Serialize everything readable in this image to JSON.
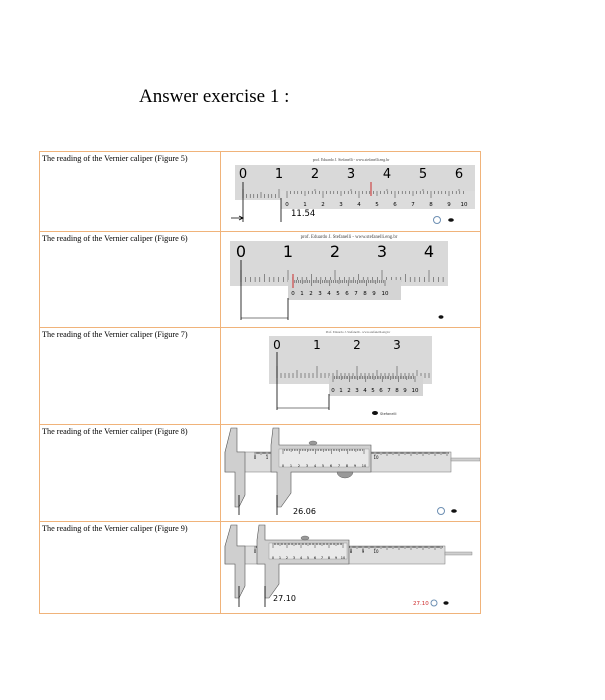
{
  "page": {
    "title": "Answer exercise 1 :"
  },
  "rows": [
    {
      "label": "The reading of the Vernier caliper (Figure 5)"
    },
    {
      "label": "The reading of the Vernier caliper (Figure 6)"
    },
    {
      "label": "The reading of the Vernier caliper (Figure 7)"
    },
    {
      "label": "The reading of the Vernier caliper (Figure 8)"
    },
    {
      "label": "The reading of the Vernier caliper (Figure 9)"
    }
  ],
  "fig5": {
    "credit": "prof. Eduardo J. Stefanelli - www.stefanelli.eng.br",
    "main_scale": [
      "0",
      "1",
      "2",
      "3",
      "4",
      "5",
      "6"
    ],
    "vernier_scale": [
      "0",
      "1",
      "2",
      "3",
      "4",
      "5",
      "6",
      "7",
      "8",
      "9",
      "10"
    ],
    "reading": "11.54"
  },
  "fig6": {
    "credit": "prof. Eduardo J. Stefanelli - www.stefanelli.eng.br",
    "main_scale": [
      "0",
      "1",
      "2",
      "3",
      "4"
    ],
    "vernier_scale": [
      "0",
      "1",
      "2",
      "3",
      "4",
      "5",
      "6",
      "7",
      "8",
      "9",
      "10"
    ]
  },
  "fig7": {
    "credit": "Prof. Eduardo J. Stefanelli - www.stefanelli.eng.br",
    "main_scale": [
      "0",
      "1",
      "2",
      "3"
    ],
    "vernier_scale": [
      "0",
      "1",
      "2",
      "3",
      "4",
      "5",
      "6",
      "7",
      "8",
      "9",
      "10"
    ],
    "brand": "Stefanelli"
  },
  "fig8": {
    "main_scale": [
      "0",
      "1",
      "2",
      "3",
      "4",
      "5",
      "6",
      "7",
      "8",
      "9",
      "10"
    ],
    "vernier_scale": [
      "0",
      "1",
      "2",
      "3",
      "4",
      "5",
      "6",
      "7",
      "8",
      "9",
      "10"
    ],
    "reading": "26.06"
  },
  "fig9": {
    "main_scale": [
      "0",
      "1",
      "2",
      "3",
      "4",
      "5",
      "6",
      "7",
      "8",
      "9",
      "10"
    ],
    "vernier_scale": [
      "0",
      "1",
      "2",
      "3",
      "4",
      "5",
      "6",
      "7",
      "8",
      "9",
      "10"
    ],
    "reading": "27.10",
    "answer": "27.10"
  },
  "colors": {
    "border": "#f0b37a",
    "scale_gray": "#d9d9d9",
    "answer_red": "#cc2b2b"
  }
}
